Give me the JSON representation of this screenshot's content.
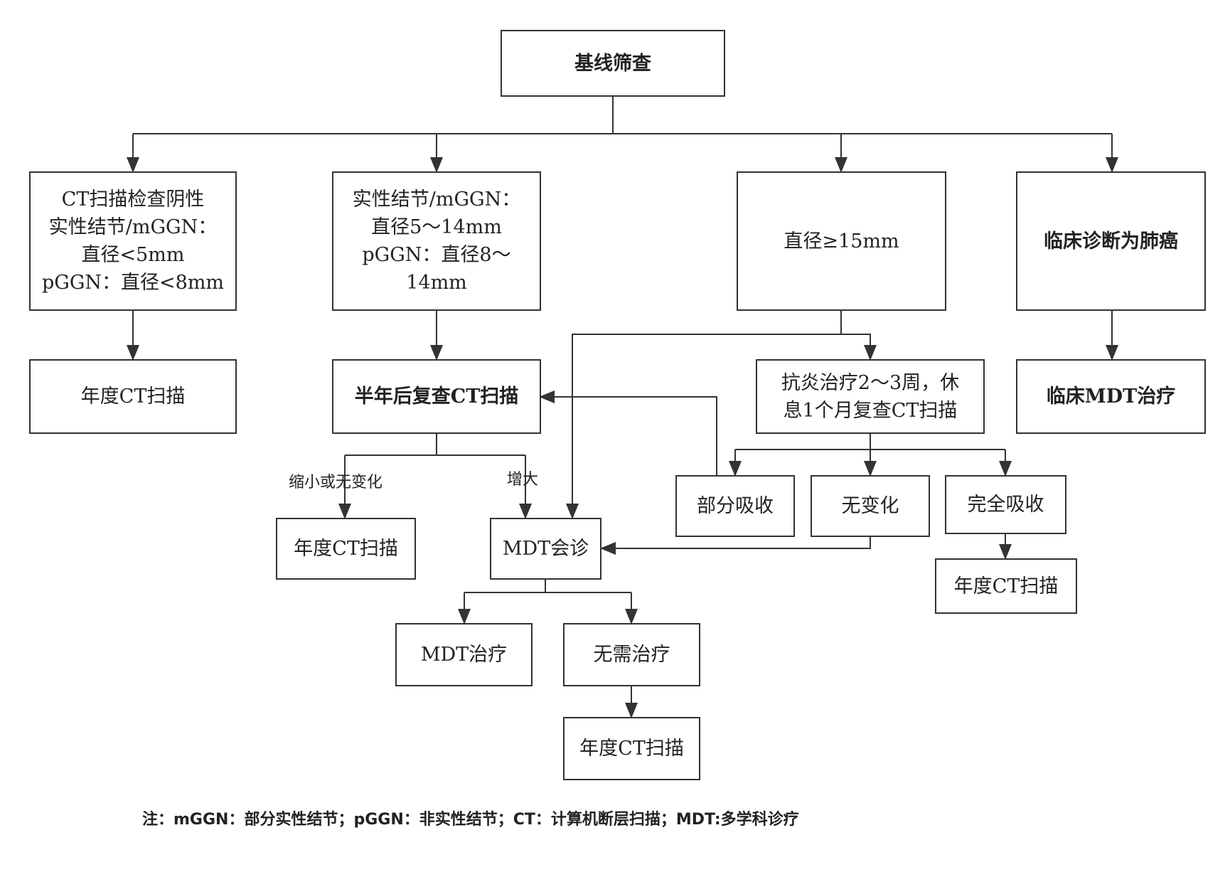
{
  "nodes": {
    "baseline": "基线筛查",
    "ct_negative": [
      "CT扫描检查阴性",
      "实性结节/mGGN：",
      "直径<5mm",
      "pGGN：直径<8mm"
    ],
    "medium": [
      "实性结节/mGGN：",
      "直径5～14mm",
      "pGGN：直径8～",
      "14mm"
    ],
    "large": "直径≥15mm",
    "cancer": "临床诊断为肺癌",
    "annual_1": "年度CT扫描",
    "half_year": "半年后复查CT扫描",
    "anti_inflam": [
      "抗炎治疗2～3周，休",
      "息1个月复查CT扫描"
    ],
    "clinical_mdt": "临床MDT治疗",
    "partial_absorb": "部分吸收",
    "no_change": "无变化",
    "full_absorb": "完全吸收",
    "annual_2": "年度CT扫描",
    "mdt_consult": "MDT会诊",
    "annual_3": "年度CT扫描",
    "mdt_treat": "MDT治疗",
    "no_treat": "无需治疗",
    "annual_4": "年度CT扫描"
  },
  "edge_labels": {
    "shrink": "缩小或无变化",
    "enlarge": "增大"
  },
  "note": "注：mGGN：部分实性结节；pGGN：非实性结节；CT：计算机断层扫描；MDT:多学科诊疗"
}
